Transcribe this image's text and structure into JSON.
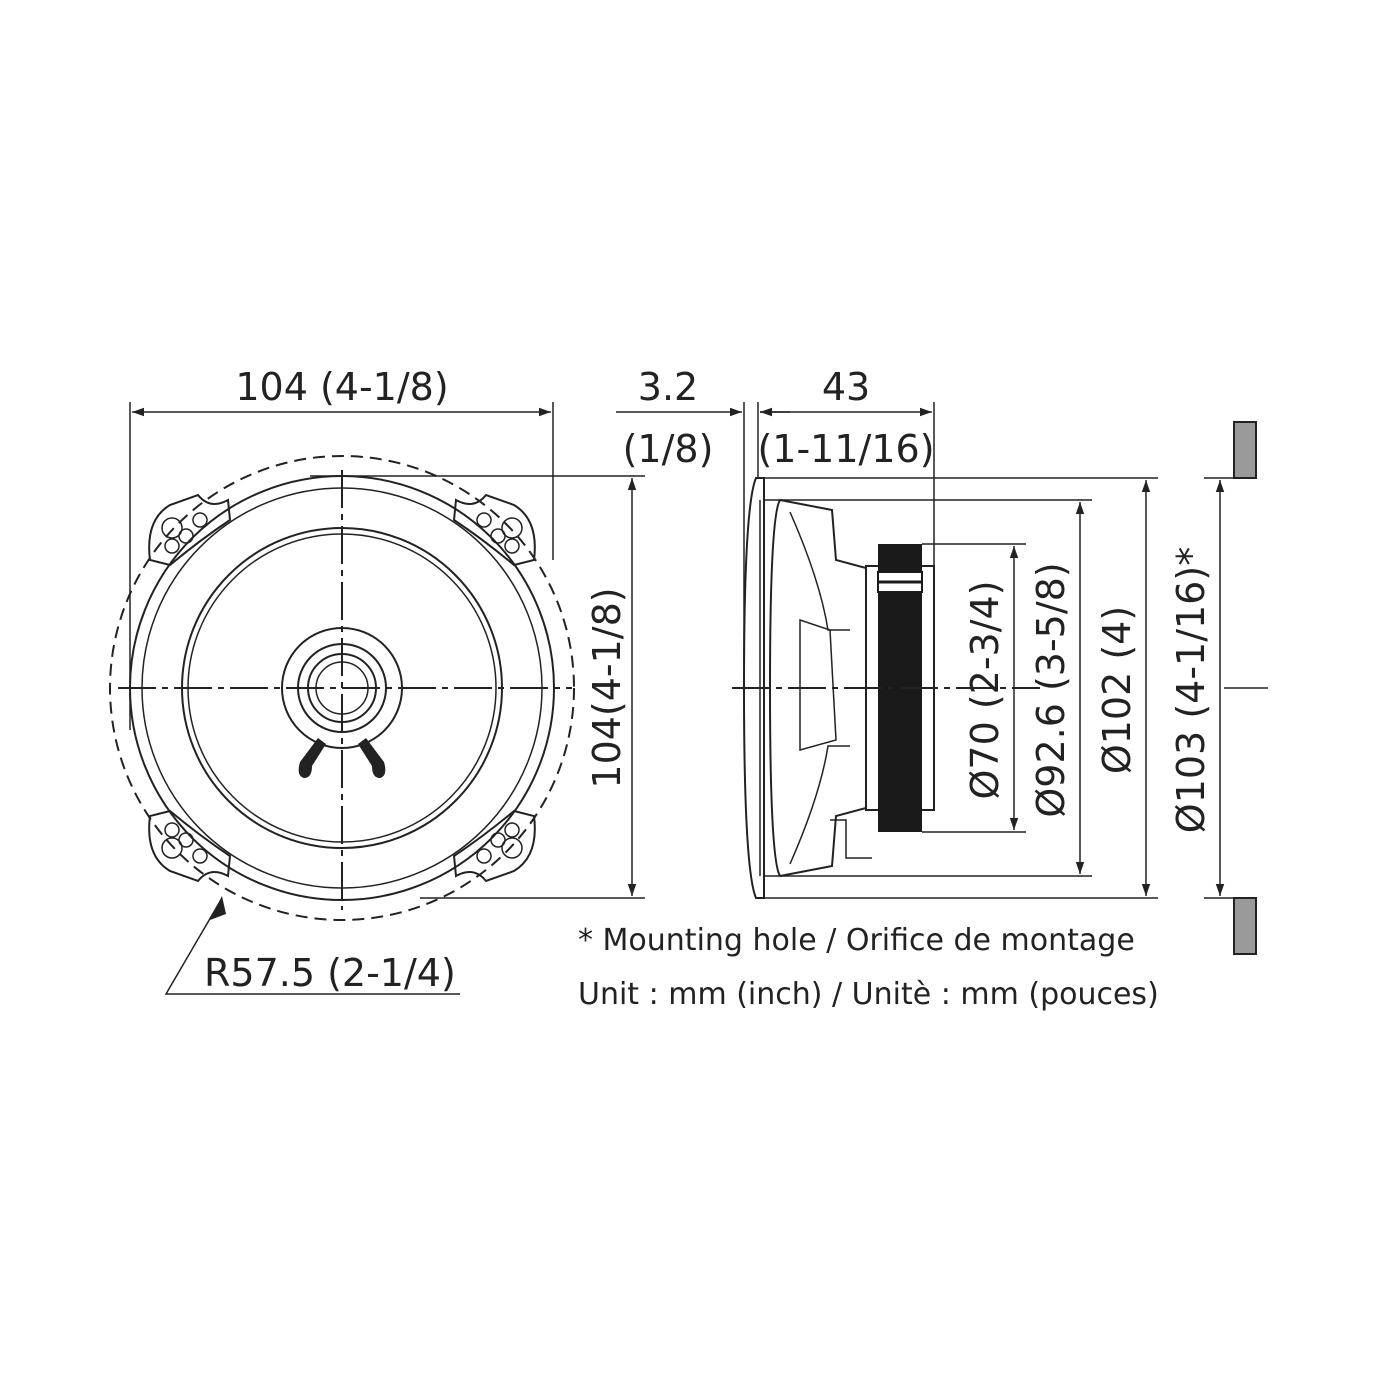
{
  "front_view": {
    "width_dim": "104 (4-1/8)",
    "height_dim": "104(4-1/8)",
    "radius_dim": "R57.5 (2-1/4)"
  },
  "side_view": {
    "flange_dim_top": "3.2",
    "flange_dim_bottom": "(1/8)",
    "depth_dim_top": "43",
    "depth_dim_bottom": "(1-11/16)",
    "magnet_dia": "Ø70 (2-3/4)",
    "basket_dia": "Ø92.6 (3-5/8)",
    "frame_dia": "Ø102 (4)"
  },
  "mounting_view": {
    "hole_dia": "Ø103 (4-1/16)*"
  },
  "notes": {
    "mounting_hole": "* Mounting hole / Orifice de montage",
    "unit": "Unit : mm (inch) / Unitè : mm (pouces)"
  },
  "colors": {
    "line": "#222222",
    "panel_fill": "#9a9a9a",
    "magnet_fill": "#1a1a1a"
  }
}
